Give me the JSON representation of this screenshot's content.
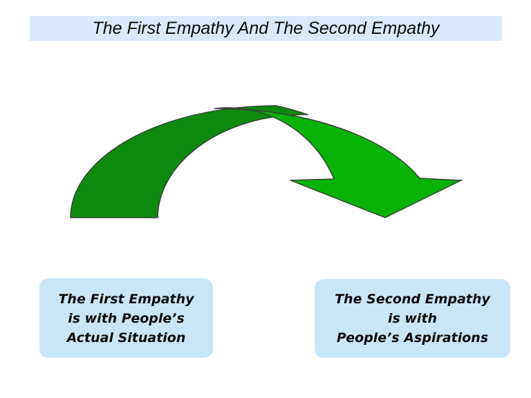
{
  "title": {
    "text": "The First Empathy And The Second Empathy"
  },
  "arrow": {
    "description": "green curved arrow arching from lower-left up and over to an arrowhead pointing down-right",
    "left_segment": "dark-green crescent arc",
    "right_segment": "bright-green crescent arc with arrowhead"
  },
  "boxes": {
    "first": {
      "lines": [
        "The First Empathy",
        "is with People’s",
        "Actual Situation"
      ]
    },
    "second": {
      "lines": [
        "The Second Empathy",
        "is with",
        "People’s Aspirations"
      ]
    }
  },
  "colors": {
    "background": "#FFFFFF",
    "title_bg": "#D9E8FA",
    "box_bg": "#C9E6F8",
    "arrow_dark_green": "#0D8A0D",
    "arrow_bright_green": "#07B207",
    "arrow_outline": "#3C3C3C",
    "text": "#0A0A0A"
  }
}
